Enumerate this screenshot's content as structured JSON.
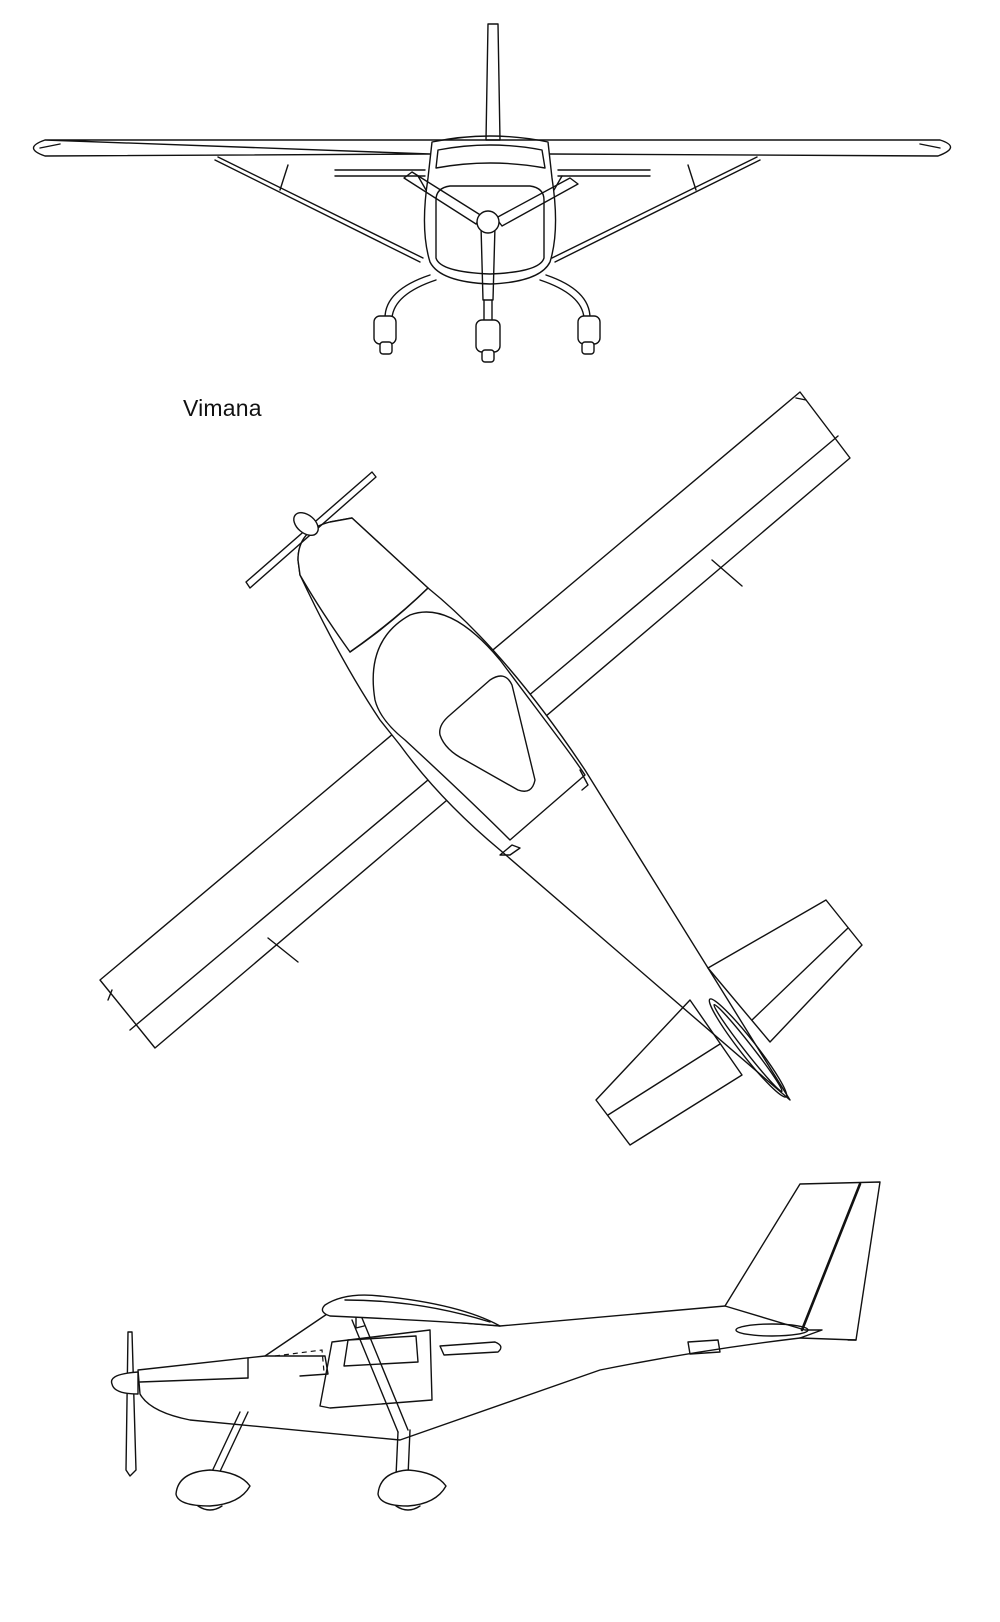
{
  "drawing": {
    "caption": "Vimana",
    "line_color": "#111111",
    "background_color": "#ffffff",
    "views": [
      {
        "name": "front-view"
      },
      {
        "name": "top-view"
      },
      {
        "name": "side-view"
      }
    ]
  }
}
